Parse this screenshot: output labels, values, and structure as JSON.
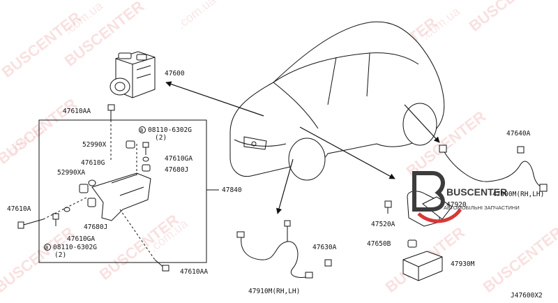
{
  "watermark": {
    "brand": "BUSCENTER",
    "domain": ".com.ua",
    "color": "#e04848"
  },
  "logo": {
    "name": "BUSCENTER",
    "tagline": "АВТОМОБІЛЬНІ ЗАПЧАСТИНИ",
    "accent": "#d93636"
  },
  "diagram_code": "J47600X2",
  "labels": {
    "abs_actuator": "47600",
    "bolt_top": "47610AA",
    "bracket_group": "47840",
    "bolt_left": "47610A",
    "bolt_bottom": "47610AA",
    "nut_a": "52990X",
    "nut_b": "52990XA",
    "washer_left": "47610G",
    "washer_right": "47610GA",
    "washer_lower": "47610GA",
    "bushing_right": "47680J",
    "bushing_left": "47680J",
    "bolt_b1": "08110-6302G",
    "bolt_b1_qty": "(2)",
    "bolt_b2": "08110-6302G",
    "bolt_b2_qty": "(2)",
    "sensor_rear_bolt": "47640A",
    "sensor_rear": "47900M(RH,LH)",
    "sensor_front": "47910M(RH,LH)",
    "sensor_front_bolt": "47630A",
    "yaw_sensor": "47930M",
    "yaw_bracket": "47520A",
    "yaw_bolt": "47650B",
    "g_sensor": "47920"
  },
  "icons": [
    "abs-actuator-unit",
    "car-outline",
    "wheel-speed-sensor",
    "yaw-rate-sensor",
    "bolt",
    "nut",
    "washer",
    "bushing",
    "bracket",
    "logo-b"
  ]
}
